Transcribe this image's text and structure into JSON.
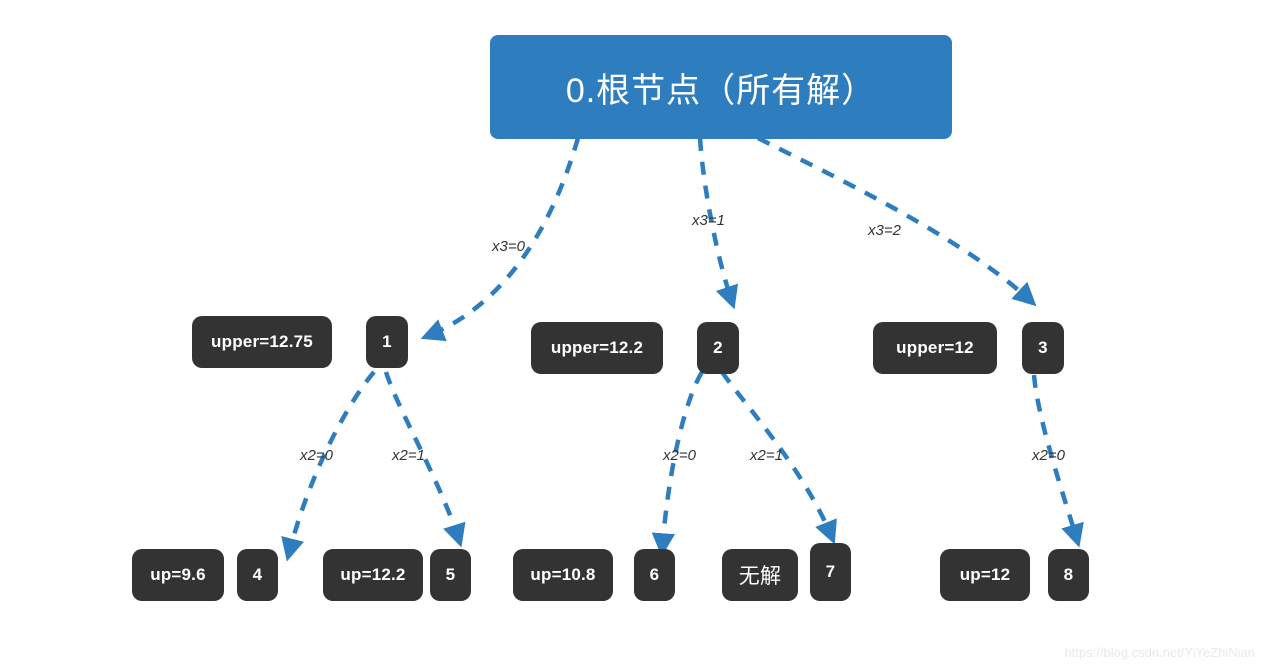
{
  "diagram": {
    "title_node": {
      "id": "root",
      "label": "0.根节点（所有解）"
    },
    "colors": {
      "root_fill": "#2E7EBF",
      "node_fill": "#333333",
      "edge": "#2E7EBF",
      "edge_label_text": "#333333",
      "background": "#FFFFFF",
      "watermark": "#E9E9E9"
    },
    "level2_nodes": [
      {
        "id": "1",
        "label": "1",
        "bound_label": "upper=12.75"
      },
      {
        "id": "2",
        "label": "2",
        "bound_label": "upper=12.2"
      },
      {
        "id": "3",
        "label": "3",
        "bound_label": "upper=12"
      }
    ],
    "level3_nodes": [
      {
        "id": "4",
        "label": "4",
        "bound_label": "up=9.6"
      },
      {
        "id": "5",
        "label": "5",
        "bound_label": "up=12.2"
      },
      {
        "id": "6",
        "label": "6",
        "bound_label": "up=10.8"
      },
      {
        "id": "7",
        "label": "7",
        "bound_label": "无解"
      },
      {
        "id": "8",
        "label": "8",
        "bound_label": "up=12"
      }
    ],
    "edge_labels": {
      "root_to_1": "x3=0",
      "root_to_2": "x3=1",
      "root_to_3": "x3=2",
      "n1_to_4": "x2=0",
      "n1_to_5": "x2=1",
      "n2_to_6": "x2=0",
      "n2_to_7": "x2=1",
      "n3_to_8": "x2=0"
    },
    "watermark": "https://blog.csdn.net/YiYeZhiNian"
  }
}
